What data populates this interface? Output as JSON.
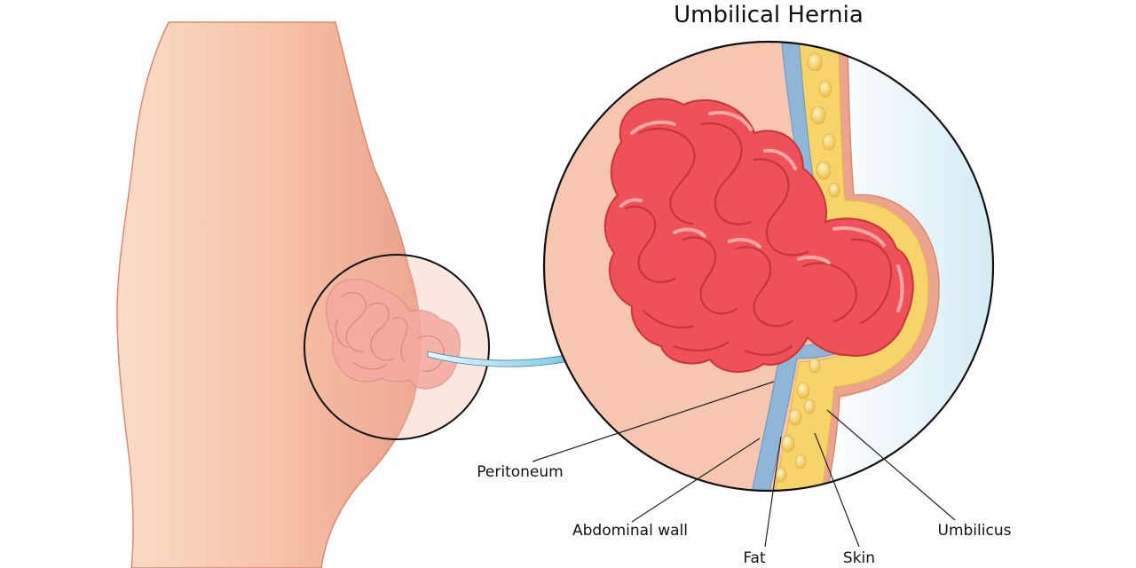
{
  "title": "Umbilical Hernia",
  "labels": {
    "peritoneum": "Peritoneum",
    "abdominal_wall": "Abdominal wall",
    "fat": "Fat",
    "skin": "Skin",
    "umbilicus": "Umbilicus"
  },
  "colors": {
    "skin_light": "#fbd9c6",
    "skin_dark": "#ec9d87",
    "skin_outline": "#d98a72",
    "intestine": "#ee5258",
    "intestine_highlight": "#ffb3b3",
    "intestine_shadow": "#c8343c",
    "fat": "#f7d66a",
    "peritoneum_blue": "#8fb6d6",
    "arrow": "#3a9cc0",
    "outside_tint": "#d8eff6"
  }
}
